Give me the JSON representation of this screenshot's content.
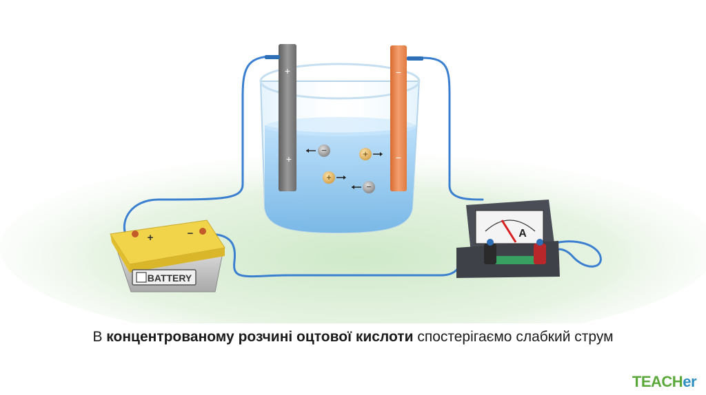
{
  "caption": {
    "part1": "В ",
    "bold": "концентрованому розчині оцтової кислоти",
    "part2": " спостерігаємо слабкий струм"
  },
  "labels": {
    "battery": "BATTERY",
    "battery_plus": "+",
    "battery_minus": "−",
    "anode_plus": "+",
    "cathode_minus": "−",
    "ammeter": "A",
    "ion_plus": "+",
    "ion_minus": "−"
  },
  "logo": {
    "part1": "TEACH",
    "part2": "er"
  },
  "colors": {
    "wire": "#3a7fd0",
    "anode": "#7d7d7d",
    "cathode": "#e8844a",
    "battery_top": "#f2d44a",
    "solution": "#8fc8ee",
    "ammeter_needle": "#d92020"
  }
}
